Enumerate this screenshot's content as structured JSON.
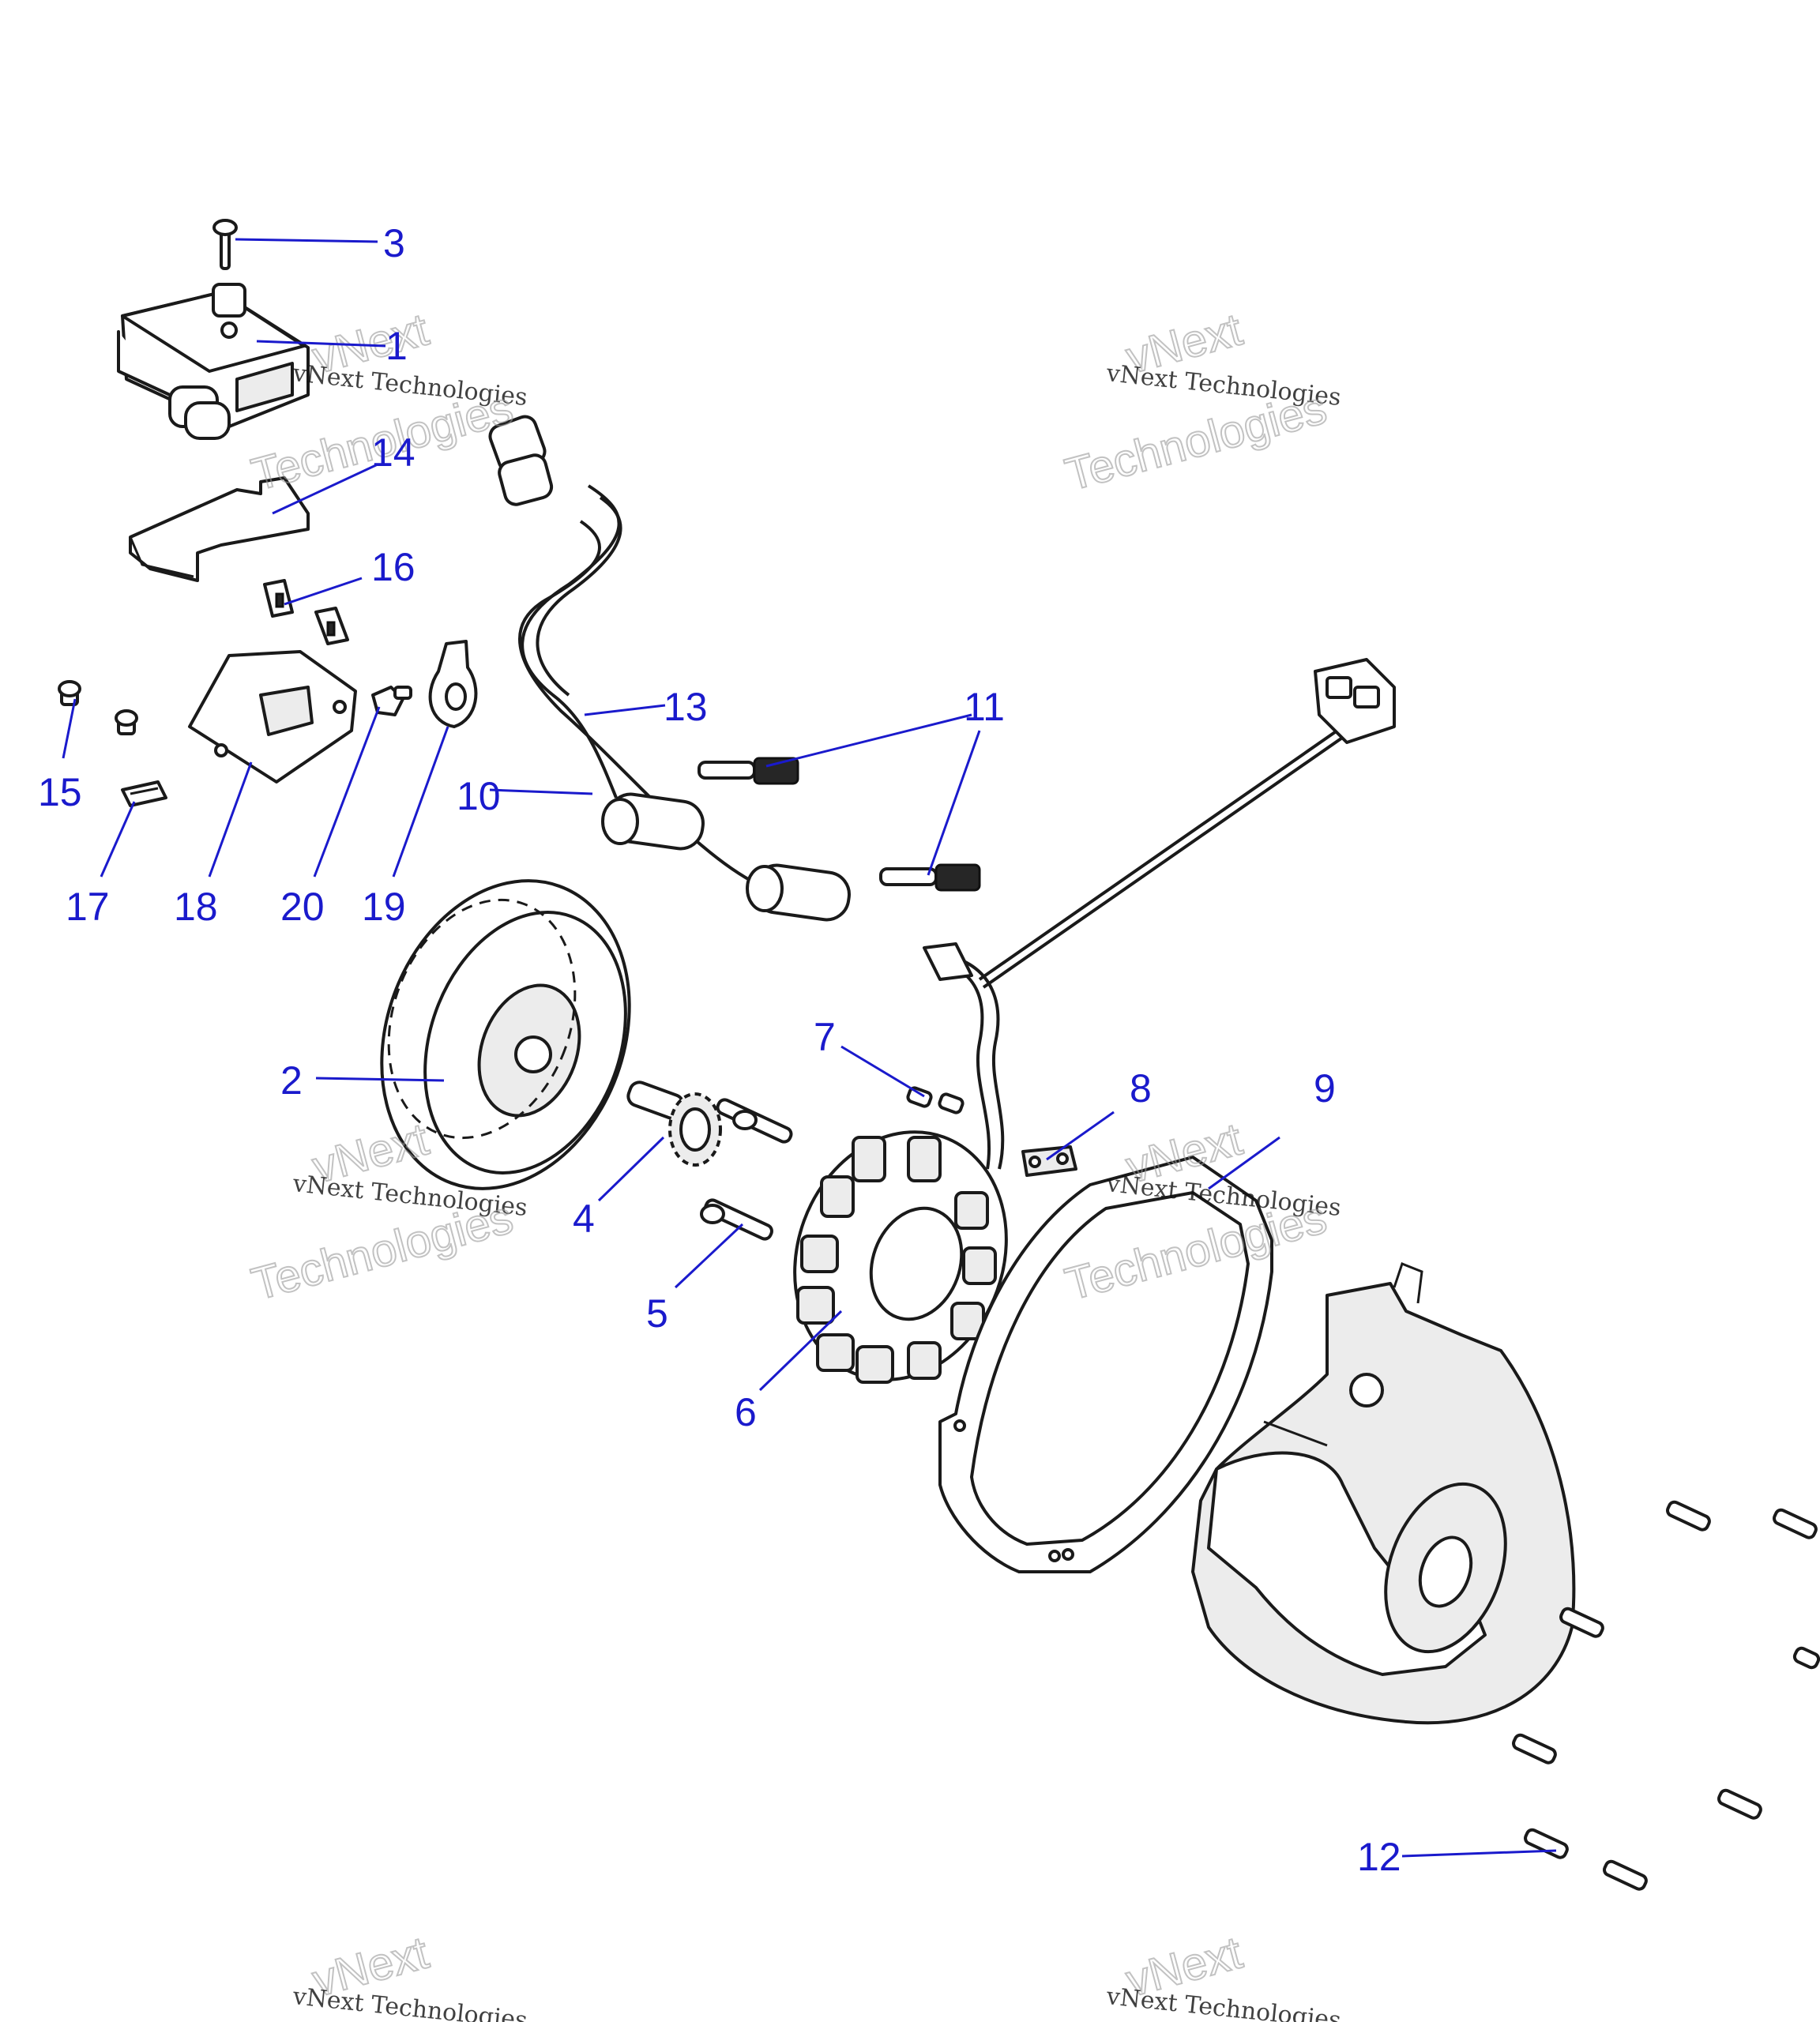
{
  "watermark": {
    "line1": "vNext",
    "line2": "vNext Technologies",
    "line3": "Technologies"
  },
  "accent_color": "#1a1acc",
  "callouts": {
    "c1": "1",
    "c2": "2",
    "c3": "3",
    "c4": "4",
    "c5": "5",
    "c6": "6",
    "c7": "7",
    "c8": "8",
    "c9": "9",
    "c10": "10",
    "c11": "11",
    "c12": "12",
    "c13": "13",
    "c14": "14",
    "c15": "15",
    "c16": "16",
    "c17": "17",
    "c18": "18",
    "c19": "19",
    "c20": "20"
  }
}
